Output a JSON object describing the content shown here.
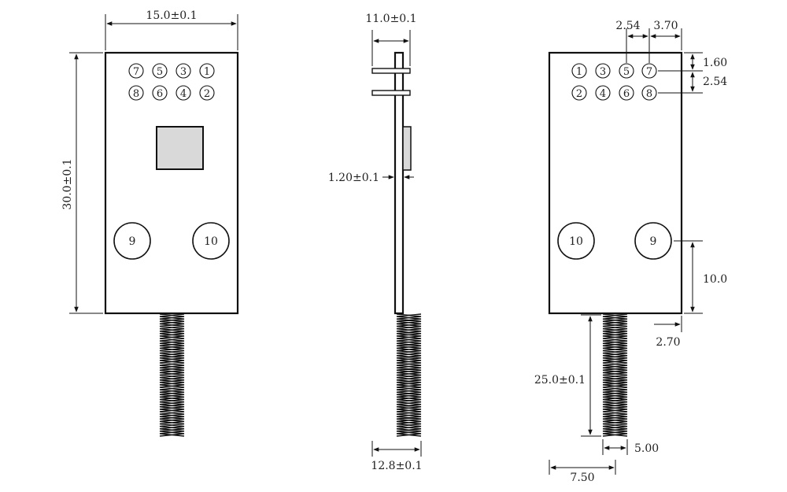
{
  "colors": {
    "line": "#111111",
    "chip_fill": "#d9d9d9",
    "text": "#222222",
    "background": "#ffffff"
  },
  "front_view": {
    "width_dim": "15.0±0.1",
    "height_dim": "30.0±0.1",
    "pins_top": [
      "7",
      "5",
      "3",
      "1"
    ],
    "pins_bottom": [
      "8",
      "6",
      "4",
      "2"
    ],
    "mount_left": "9",
    "mount_right": "10"
  },
  "side_view": {
    "pin_length_dim": "11.0±0.1",
    "thickness_dim": "1.20±0.1",
    "antenna_width_dim": "12.8±0.1"
  },
  "back_view": {
    "pins_top": [
      "1",
      "3",
      "5",
      "7"
    ],
    "pins_bottom": [
      "2",
      "4",
      "6",
      "8"
    ],
    "mount_left": "10",
    "mount_right": "9",
    "pitch_dim": "2.54",
    "edge_offset_dim": "3.70",
    "top_margin_dim": "1.60",
    "row_pitch_dim": "2.54",
    "mount_height_dim": "10.0",
    "antenna_edge_dim": "2.70",
    "antenna_length_dim": "25.0±0.1",
    "antenna_width_dim": "5.00",
    "antenna_offset_dim": "7.50"
  }
}
